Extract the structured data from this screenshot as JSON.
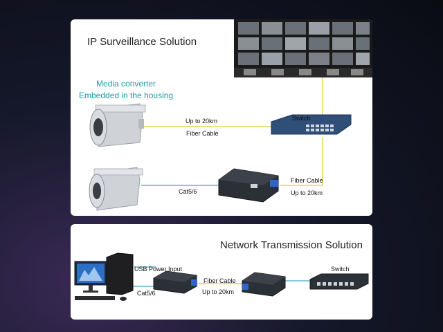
{
  "top_panel": {
    "title": "IP Surveillance Solution",
    "converter_note_line1": "Media converter",
    "converter_note_line2": "Embedded in the housing",
    "link1_distance": "Up to 20km",
    "link1_medium": "Fiber Cable",
    "switch_label": "Switch",
    "link2_medium": "Fiber Cable",
    "link2_distance": "Up to 20km",
    "copper_label": "Cat5/6"
  },
  "bottom_panel": {
    "title": "Network Transmission Solution",
    "power_label": "USB Power Input",
    "copper_label": "Cat5/6",
    "fiber_medium": "Fiber Cable",
    "fiber_distance": "Up to 20km",
    "switch_label": "Switch"
  },
  "colors": {
    "fiber": "#e8d44a",
    "copper": "#5fb8c8",
    "accent_teal": "#1e9aa6"
  }
}
